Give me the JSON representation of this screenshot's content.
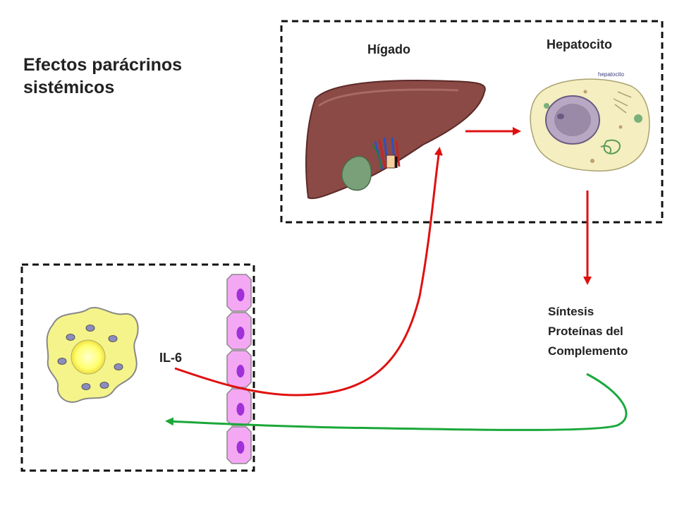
{
  "title": [
    "Efectos parácrinos",
    "sistémicos"
  ],
  "labels": {
    "liver": "Hígado",
    "hepatocyte": "Hepatocito",
    "hepatocyte_inset": "hepatocito",
    "cytokine": "IL-6",
    "synthesis": [
      "Síntesis",
      "Proteínas del",
      "Complemento"
    ]
  },
  "colors": {
    "signal_arrow": "#e01010",
    "return_arrow": "#1aa83a",
    "liver": "#8b4a45",
    "gallbladder": "#7aa07a",
    "hepatocyte": "#f4eec0",
    "nucleus": "#9a8aa8",
    "epithelial_cell": "#f4a8f4",
    "epithelial_nucleus": "#a030d8",
    "immune_cell": "#f4f48a",
    "immune_nucleus": "#ffff60",
    "granules": "#8c8cc0"
  }
}
